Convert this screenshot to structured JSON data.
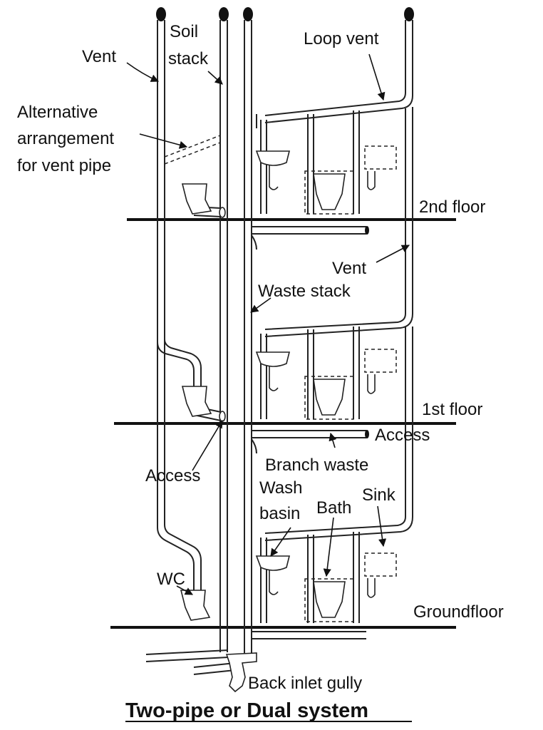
{
  "labels": {
    "vent_top": "Vent",
    "soil_stack_1": "Soil",
    "soil_stack_2": "stack",
    "alt_1": "Alternative",
    "alt_2": "arrangement",
    "alt_3": "for vent pipe",
    "loop_vent": "Loop vent",
    "floor_2": "2nd floor",
    "vent_mid": "Vent",
    "waste_stack": "Waste stack",
    "floor_1": "1st floor",
    "access_right": "Access",
    "branch_waste": "Branch waste",
    "access_left": "Access",
    "wash_1": "Wash",
    "wash_2": "basin",
    "bath": "Bath",
    "sink": "Sink",
    "wc": "WC",
    "ground_floor": "Groundfloor",
    "gully": "Back inlet gully"
  },
  "title": "Two-pipe or Dual system"
}
